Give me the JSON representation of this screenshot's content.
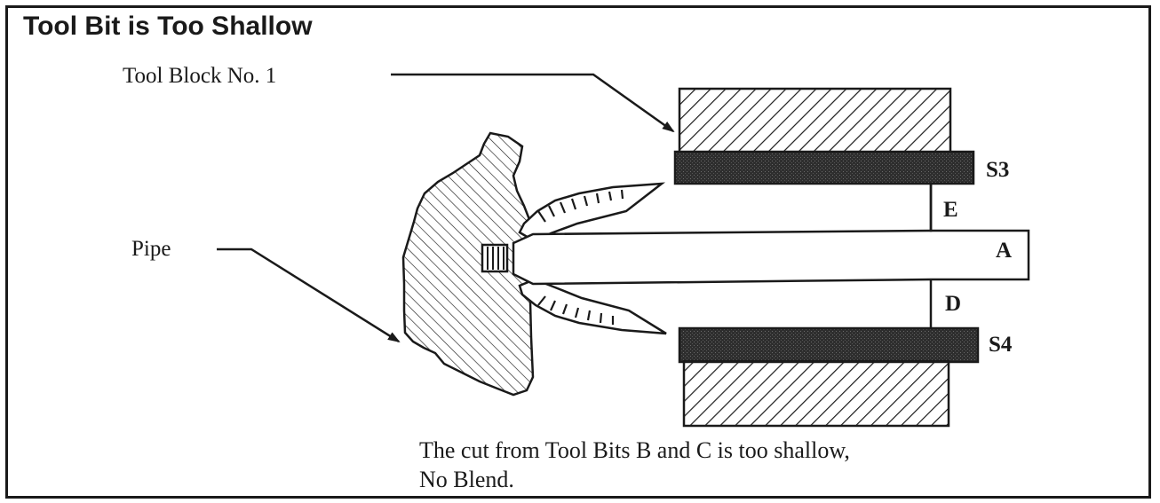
{
  "title": "Tool Bit is Too Shallow",
  "labels": {
    "tool_block": "Tool Block No. 1",
    "pipe": "Pipe",
    "s3": "S3",
    "s4": "S4",
    "e": "E",
    "a": "A",
    "d": "D"
  },
  "caption": {
    "line1": "The cut from Tool Bits B and C is too shallow,",
    "line2": "No Blend."
  },
  "colors": {
    "ink": "#1a1a1a",
    "shim": "#3a3a3a",
    "background": "#ffffff"
  }
}
